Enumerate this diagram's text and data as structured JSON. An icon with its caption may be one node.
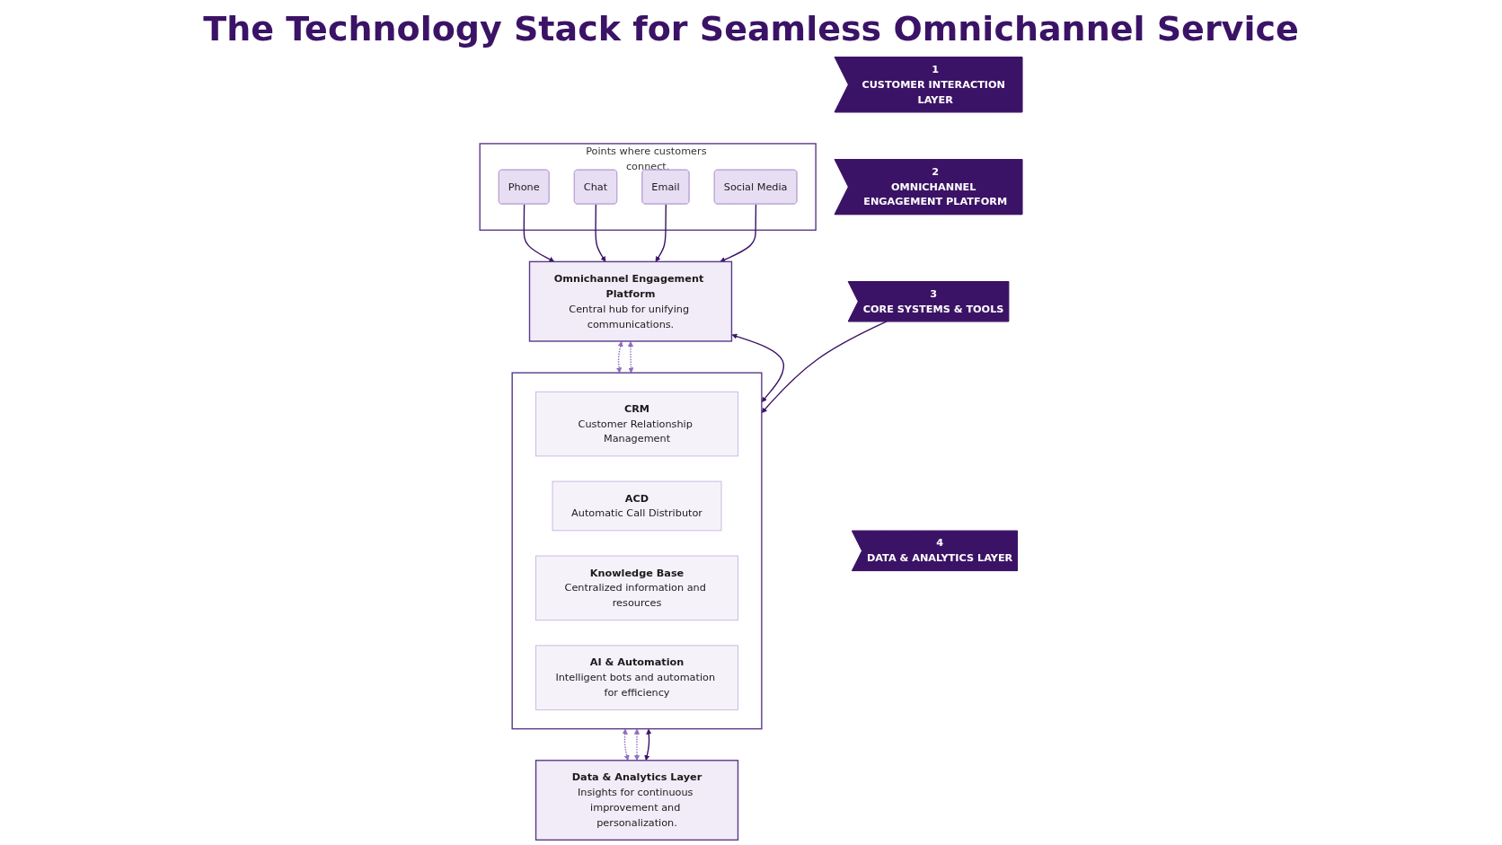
{
  "diagram": {
    "title": "The Technology Stack for Seamless Omnichannel Service",
    "nodes": [
      {
        "text": [
          "1",
          "CUSTOMER INTERACTION LAYER"
        ]
      },
      {
        "text": [
          "Points where customers connect."
        ]
      },
      {
        "text": [
          "Phone"
        ],
        "in": 1
      },
      {
        "text": [
          "Chat"
        ],
        "in": 1
      },
      {
        "text": [
          "Email"
        ],
        "in": 1
      },
      {
        "text": [
          "Social Media"
        ],
        "in": 1
      },
      {
        "text": [
          "2",
          "OMNICHANNEL ENGAGEMENT PLATFORM"
        ]
      },
      {
        "text": [
          "Omnichannel Engagement Platform",
          "Central hub for unifying communications."
        ]
      },
      {
        "text": [
          "3",
          "CORE SYSTEMS & TOOLS"
        ]
      },
      {
        "text": [],
        "shape": "box"
      },
      {
        "text": [
          "CRM",
          "Customer Relationship Management"
        ],
        "in": 9
      },
      {
        "text": [
          "ACD",
          "Automatic Call Distributor"
        ],
        "in": 9
      },
      {
        "text": [
          "Knowledge Base",
          "Centralized information and resources"
        ],
        "in": 9
      },
      {
        "text": [
          "AI & Automation",
          "Intelligent bots and automation for efficiency"
        ],
        "in": 9
      },
      {
        "text": [
          "4",
          "DATA & ANALYTICS LAYER"
        ]
      },
      {
        "text": [
          "Data & Analytics Layer",
          "Insights for continuous improvement and personalization."
        ]
      }
    ],
    "edges": [
      {
        "from": 2,
        "to": 7,
        "arrow": "to"
      },
      {
        "from": 3,
        "to": 7,
        "arrow": "to"
      },
      {
        "from": 4,
        "to": 7,
        "arrow": "to"
      },
      {
        "from": 5,
        "to": 7,
        "arrow": "to"
      },
      {
        "from": 7,
        "to": 9,
        "arrow": "both"
      },
      {
        "from": 9,
        "to": 15,
        "arrow": "both"
      },
      {
        "from": 8,
        "to": 9,
        "arrow": "to"
      },
      {
        "from": 7,
        "to": 9,
        "arrow": "both",
        "style": "dashed",
        "color": "#8e6cbf"
      },
      {
        "from": 9,
        "to": 15,
        "arrow": "both",
        "style": "dashed",
        "color": "#8e6cbf"
      },
      {
        "from": 7,
        "to": 9,
        "arrow": "both",
        "style": "dashed",
        "color": "#8e6cbf"
      },
      {
        "from": 9,
        "to": 15,
        "arrow": "both",
        "style": "dashed",
        "color": "#8e6cbf"
      }
    ]
  }
}
